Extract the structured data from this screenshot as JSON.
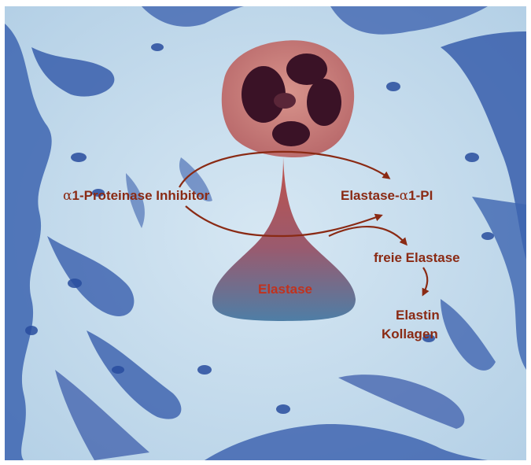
{
  "diagram": {
    "inhibitor_prefix": "α",
    "inhibitor_label": "1-Proteinase Inhibitor",
    "complex_prefix": "Elastase-",
    "complex_alpha": "α",
    "complex_suffix": "1-PI",
    "free_elastase_label": "freie Elastase",
    "elastase_label": "Elastase",
    "elastin_label": "Elastin",
    "kollagen_label": "Kollagen"
  },
  "colors": {
    "arrow": "#8a2a14",
    "label": "#8a2a14",
    "elastase_label": "#c0321e",
    "tissue_background": "#c3dcee",
    "tissue_cells": "#2f56a8",
    "neutrophil_cytoplasm": "#c9817d",
    "neutrophil_nucleus": "#3a1226",
    "elastase_top": "#c0524a",
    "elastase_bottom": "#4e7ea6"
  },
  "icons": [
    "neutrophil-cell",
    "elastase-drop",
    "arrow-head"
  ]
}
